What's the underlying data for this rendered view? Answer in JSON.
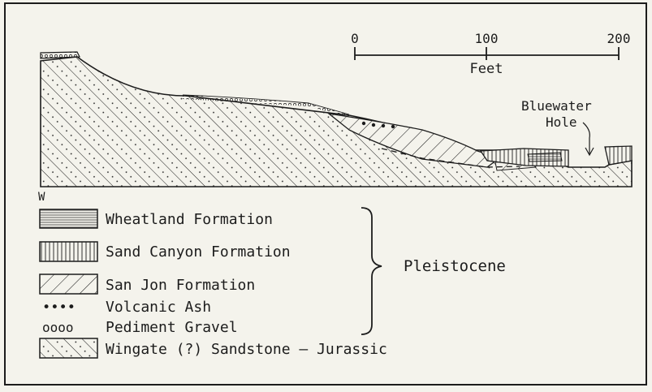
{
  "scale_bar": {
    "ticks": [
      "0",
      "100",
      "200"
    ],
    "unit": "Feet"
  },
  "section": {
    "feature_label_line1": "Bluewater",
    "feature_label_line2": "Hole",
    "west_label": "W"
  },
  "legend": {
    "items": [
      {
        "pattern": "horizontal-lines",
        "label": "Wheatland Formation"
      },
      {
        "pattern": "vertical-lines",
        "label": "Sand Canyon Formation"
      },
      {
        "pattern": "diagonal-hatch",
        "label": "San Jon Formation"
      },
      {
        "pattern": "dots",
        "symbol": "••••",
        "label": "Volcanic Ash"
      },
      {
        "pattern": "circles",
        "symbol": "oooo",
        "label": "Pediment Gravel"
      },
      {
        "pattern": "dots-and-hatch",
        "label": "Wingate (?) Sandstone – Jurassic"
      }
    ],
    "group_label": "Pleistocene"
  },
  "colors": {
    "paper": "#f4f3ec",
    "ink": "#1c1c1c"
  }
}
